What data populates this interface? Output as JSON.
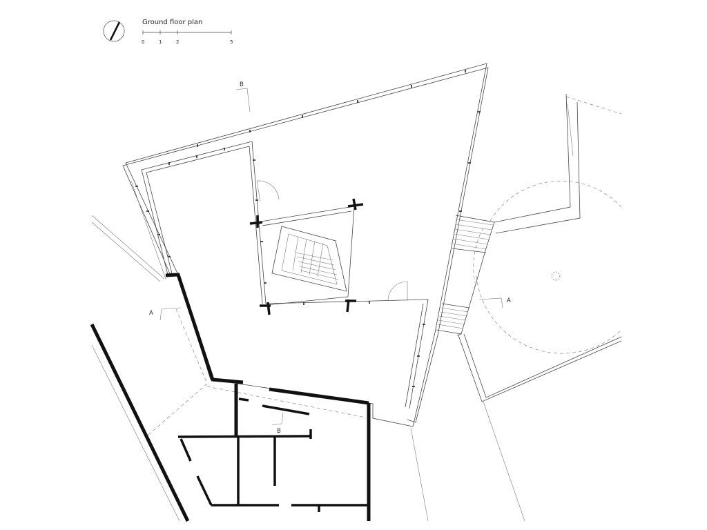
{
  "title": "Ground floor plan",
  "scale_bar": {
    "labels": [
      "0",
      "1",
      "2",
      "5"
    ]
  },
  "section_markers": [
    {
      "id": "section-b-top",
      "label": "B"
    },
    {
      "id": "section-a-left",
      "label": "A"
    },
    {
      "id": "section-a-right",
      "label": "A"
    },
    {
      "id": "section-b-bottom",
      "label": "B"
    }
  ],
  "north_arrow": {
    "icon": "north-arrow-icon"
  }
}
